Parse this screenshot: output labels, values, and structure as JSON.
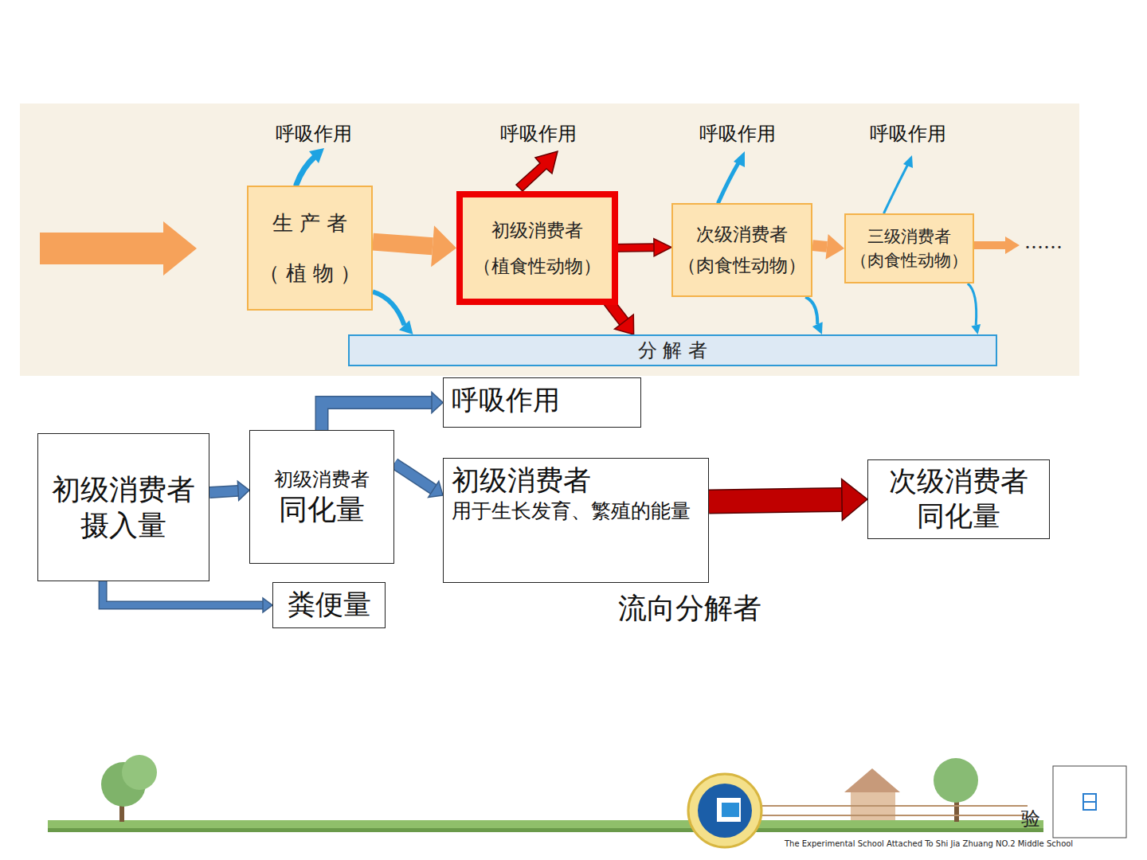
{
  "diagram": {
    "nodes": [
      {
        "text": [
          "生 产 者",
          "（ 植 物 ）"
        ]
      },
      {
        "text": [
          "初级消费者",
          "（植食性动物）"
        ]
      },
      {
        "text": [
          "次级消费者",
          "（肉食性动物）"
        ]
      },
      {
        "text": [
          "三级消费者",
          "（肉食性动物）"
        ]
      },
      {
        "text": [
          "分 解 者"
        ]
      },
      {
        "text": [
          "初级消费者",
          "摄入量"
        ]
      },
      {
        "text": [
          "初级消费者",
          "同化量"
        ]
      },
      {
        "text": [
          "呼吸作用"
        ]
      },
      {
        "text": [
          "初级消费者",
          "用于生长发育、繁殖的能量"
        ]
      },
      {
        "text": [
          "次级消费者",
          "同化量"
        ]
      },
      {
        "text": [
          "粪便量"
        ]
      }
    ],
    "edges": [
      {
        "from": 0,
        "to": 1,
        "arrow": "to"
      },
      {
        "from": 1,
        "to": 2,
        "arrow": "to"
      },
      {
        "from": 2,
        "to": 3,
        "arrow": "to"
      },
      {
        "from": 0,
        "to": 4,
        "arrow": "to"
      },
      {
        "from": 1,
        "to": 4,
        "arrow": "to"
      },
      {
        "from": 2,
        "to": 4,
        "arrow": "to"
      },
      {
        "from": 3,
        "to": 4,
        "arrow": "to"
      },
      {
        "from": 5,
        "to": 6,
        "arrow": "to"
      },
      {
        "from": 6,
        "to": 7,
        "arrow": "to"
      },
      {
        "from": 6,
        "to": 8,
        "arrow": "to"
      },
      {
        "from": 8,
        "to": 9,
        "arrow": "to"
      },
      {
        "from": 5,
        "to": 10,
        "arrow": "to"
      }
    ],
    "labels": [
      "呼吸作用",
      "呼吸作用",
      "呼吸作用",
      "呼吸作用",
      "……",
      "流向分解者",
      "验",
      "The Experimental School Attached To Shi Jia Zhuang NO.2 Middle School"
    ]
  }
}
